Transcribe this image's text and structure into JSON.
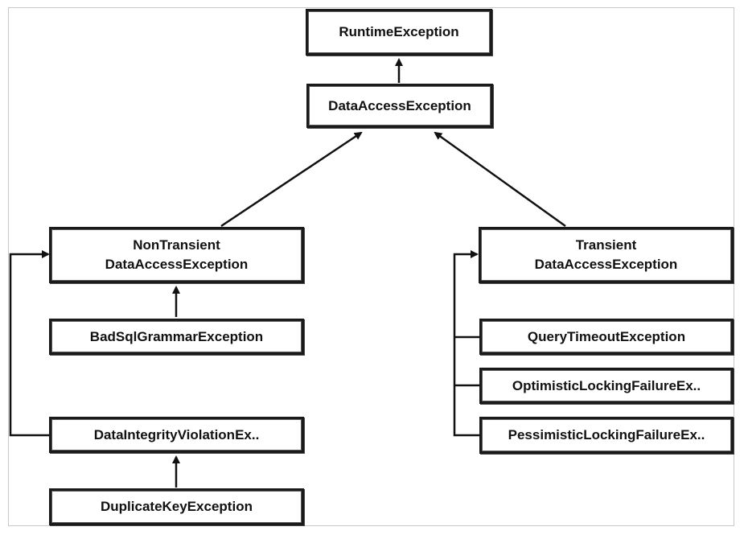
{
  "nodes": {
    "runtime": "RuntimeException",
    "data_access": "DataAccessException",
    "non_transient_line1": "NonTransient",
    "non_transient_line2": "DataAccessException",
    "transient_line1": "Transient",
    "transient_line2": "DataAccessException",
    "bad_sql": "BadSqlGrammarException",
    "data_integrity": "DataIntegrityViolationEx..",
    "duplicate_key": "DuplicateKeyException",
    "query_timeout": "QueryTimeoutException",
    "optimistic_locking": "OptimisticLockingFailureEx..",
    "pessimistic_locking": "PessimisticLockingFailureEx.."
  }
}
